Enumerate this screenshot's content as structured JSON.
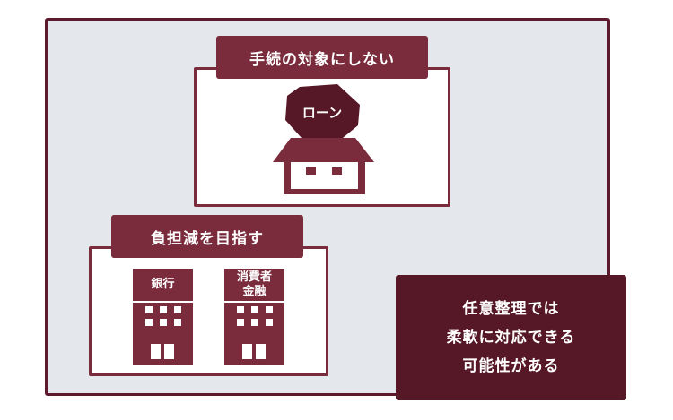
{
  "top_label": "手続の対象にしない",
  "loan_label": "ローン",
  "left_label": "負担減を目指す",
  "banks": [
    {
      "line1": "銀行",
      "line2": ""
    },
    {
      "line1": "消費者",
      "line2": "金融"
    }
  ],
  "callout": {
    "line1": "任意整理では",
    "line2": "柔軟に対応できる",
    "line3": "可能性がある"
  },
  "colors": {
    "maroon": "#7a2b3c",
    "dark_maroon": "#561826",
    "background": "#e4e8ec"
  },
  "icons": [
    "house-icon",
    "loan-rock-icon",
    "bank-building-icon",
    "consumer-finance-building-icon"
  ]
}
